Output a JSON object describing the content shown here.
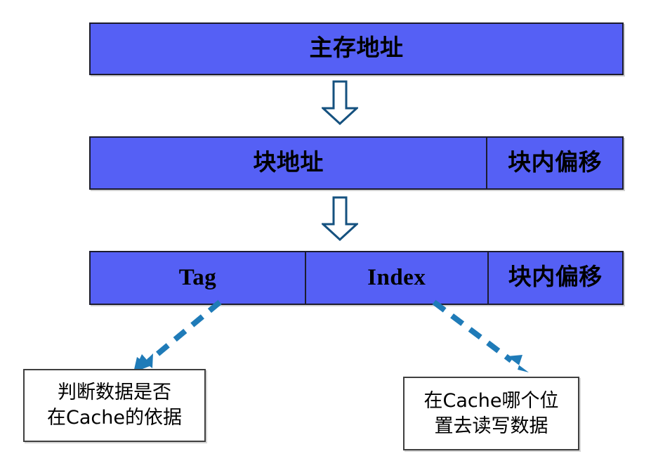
{
  "diagram": {
    "title": "Cache address decomposition",
    "colors": {
      "bar_fill": "#5560F5",
      "bar_border": "#1C1C2E",
      "block_arrow_outline": "#15517F",
      "dashed_arrow": "#1F7BB8",
      "note_border": "#3F3F3F",
      "text": "#000000"
    },
    "rows": [
      {
        "name": "main-address-row",
        "fields": [
          {
            "label": "主存地址",
            "flex": 100
          }
        ]
      },
      {
        "name": "block-address-row",
        "fields": [
          {
            "label": "块地址",
            "flex": 74.6
          },
          {
            "label": "块内偏移",
            "flex": 25.4
          }
        ]
      },
      {
        "name": "tag-index-row",
        "fields": [
          {
            "label": "Tag",
            "flex": 40.5
          },
          {
            "label": "Index",
            "flex": 34.2
          },
          {
            "label": "块内偏移",
            "flex": 25.3
          }
        ]
      }
    ],
    "arrows": [
      {
        "name": "down-arrow-1",
        "kind": "block-arrow-down"
      },
      {
        "name": "down-arrow-2",
        "kind": "block-arrow-down"
      },
      {
        "name": "tag-callout-arrow",
        "kind": "dashed-arrow-down-left"
      },
      {
        "name": "index-callout-arrow",
        "kind": "dashed-arrow-down-right"
      }
    ],
    "notes": [
      {
        "name": "tag-note",
        "lines": [
          "判断数据是否",
          "在Cache的依据"
        ]
      },
      {
        "name": "index-note",
        "lines": [
          "在Cache哪个位",
          "置去读写数据"
        ]
      }
    ]
  }
}
